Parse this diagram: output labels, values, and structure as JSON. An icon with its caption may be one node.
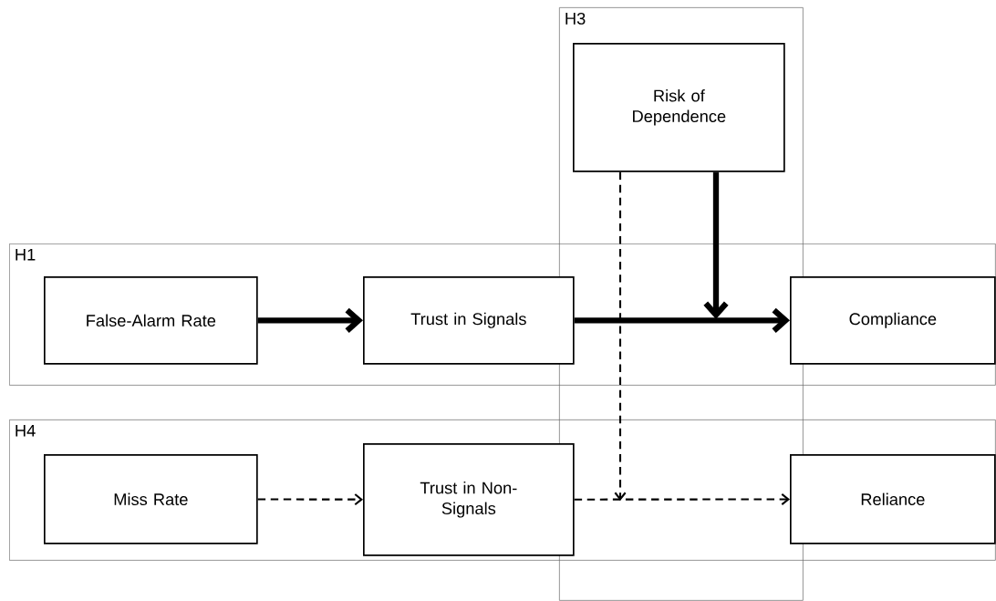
{
  "diagram": {
    "nodes": [
      {
        "text": [
          "H3"
        ]
      },
      {
        "text": [
          "Risk of Dependence"
        ],
        "in": 0
      },
      {
        "text": [
          "H1"
        ]
      },
      {
        "text": [
          "False-Alarm Rate"
        ],
        "in": 2
      },
      {
        "text": [
          "Trust in Signals"
        ],
        "in": 2
      },
      {
        "text": [
          "Compliance"
        ],
        "in": 2
      },
      {
        "text": [
          "H4"
        ]
      },
      {
        "text": [
          "Miss Rate"
        ],
        "in": 6
      },
      {
        "text": [
          "Trust in Non-Signals"
        ],
        "in": 6
      },
      {
        "text": [
          "Reliance"
        ],
        "in": 6
      }
    ],
    "edges": [
      {
        "from": 3,
        "to": 4,
        "arrow": "to",
        "style": "thick"
      },
      {
        "from": 4,
        "to": 5,
        "arrow": "to",
        "style": "thick"
      },
      {
        "from": 1,
        "to": null,
        "arrow": "to",
        "style": "thick"
      },
      {
        "from": 7,
        "to": 8,
        "arrow": "to",
        "style": "dashed"
      },
      {
        "from": 8,
        "to": 9,
        "arrow": "to",
        "style": "dashed"
      },
      {
        "from": 1,
        "to": null,
        "arrow": "to",
        "style": "dashed"
      }
    ]
  }
}
